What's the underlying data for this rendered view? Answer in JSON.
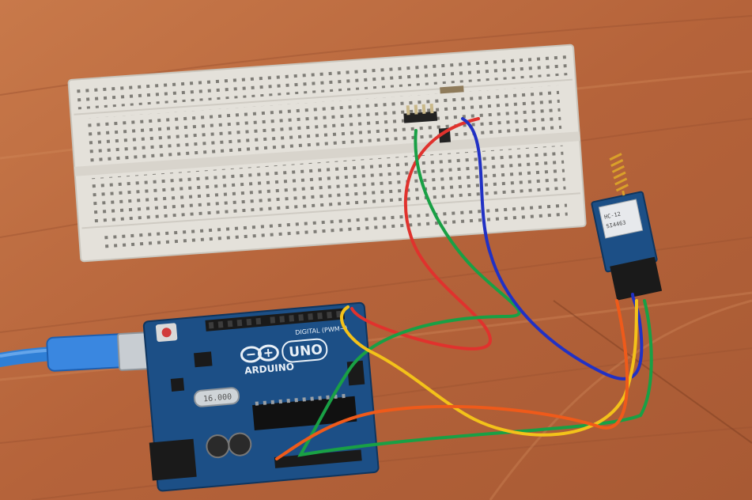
{
  "scene": {
    "board_brand": "ARDUINO",
    "board_model": "UNO",
    "digital_header": "DIGITAL (PWM~)",
    "crystal_marking": "16.000",
    "module_marking_1": "HC-12",
    "module_marking_2": "SI4463"
  },
  "colors": {
    "wood": "#b8693f",
    "breadboard": "#e4e1da",
    "arduino_pcb": "#1c4f86",
    "usb_cable": "#2f7fd6",
    "wire_red": "#e0322d",
    "wire_green": "#19a045",
    "wire_blue": "#2131c4",
    "wire_yellow": "#f3c21a",
    "wire_orange": "#ef5a1a",
    "antenna": "#d9a02a"
  },
  "icons": [
    "arduino-logo-icon"
  ]
}
